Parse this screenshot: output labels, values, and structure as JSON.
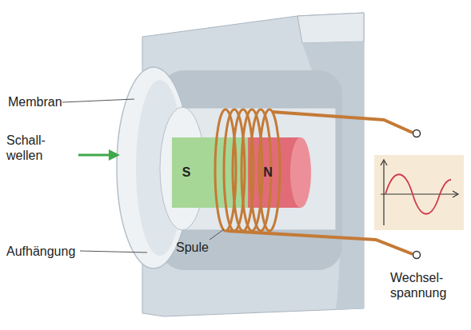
{
  "diagram": {
    "nodes": [
      {
        "text": [
          "S"
        ]
      },
      {
        "text": [
          "N"
        ]
      }
    ],
    "labels": [
      "Membran",
      "Schall- wellen",
      "Aufhängung",
      "Spule",
      "Wechsel- spannung"
    ]
  }
}
